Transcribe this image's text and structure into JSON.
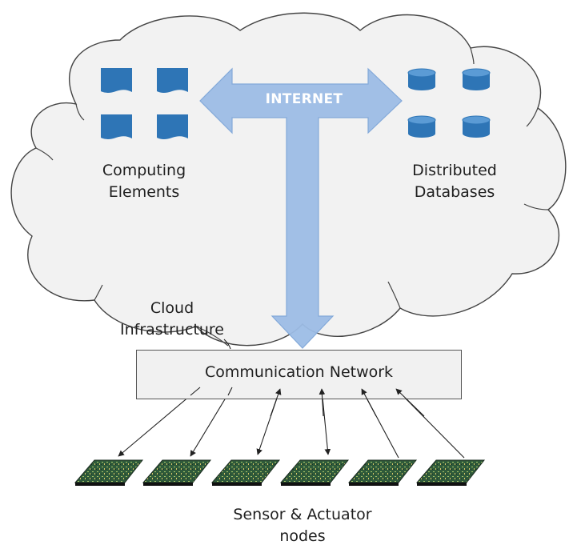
{
  "labels": {
    "computing_line1": "Computing",
    "computing_line2": "Elements",
    "databases_line1": "Distributed",
    "databases_line2": "Databases",
    "internet": "INTERNET",
    "cloud_line1": "Cloud",
    "cloud_line2": "Infrastructure",
    "network": "Communication Network",
    "nodes_line1": "Sensor & Actuator",
    "nodes_line2": "nodes"
  },
  "colors": {
    "cloud_fill": "#f2f2f2",
    "cloud_stroke": "#444444",
    "arrow_fill": "#9dbde6",
    "arrow_stroke": "#7ea6d8",
    "icon_blue": "#2e75b6",
    "chip_green": "#2f5a3a"
  },
  "icons": {
    "computing_element": "document-icon",
    "database": "database-icon",
    "sensor_node": "circuit-board-icon"
  },
  "node_links": [
    {
      "node": 1,
      "direction": "to-node"
    },
    {
      "node": 2,
      "direction": "to-node"
    },
    {
      "node": 3,
      "direction": "bidirectional"
    },
    {
      "node": 4,
      "direction": "bidirectional"
    },
    {
      "node": 5,
      "direction": "to-network"
    },
    {
      "node": 6,
      "direction": "to-network"
    }
  ]
}
